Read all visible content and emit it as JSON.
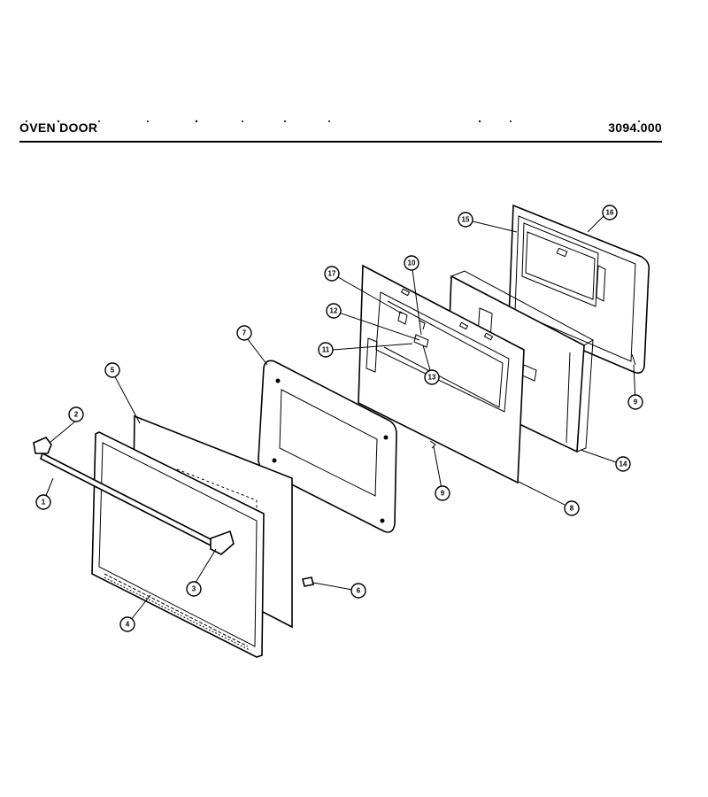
{
  "header": {
    "title": "OVEN DOOR",
    "code": "3094.000"
  },
  "callouts": [
    "1",
    "2",
    "3",
    "4",
    "5",
    "6",
    "7",
    "8",
    "9",
    "9",
    "10",
    "11",
    "12",
    "13",
    "14",
    "15",
    "16",
    "17"
  ]
}
